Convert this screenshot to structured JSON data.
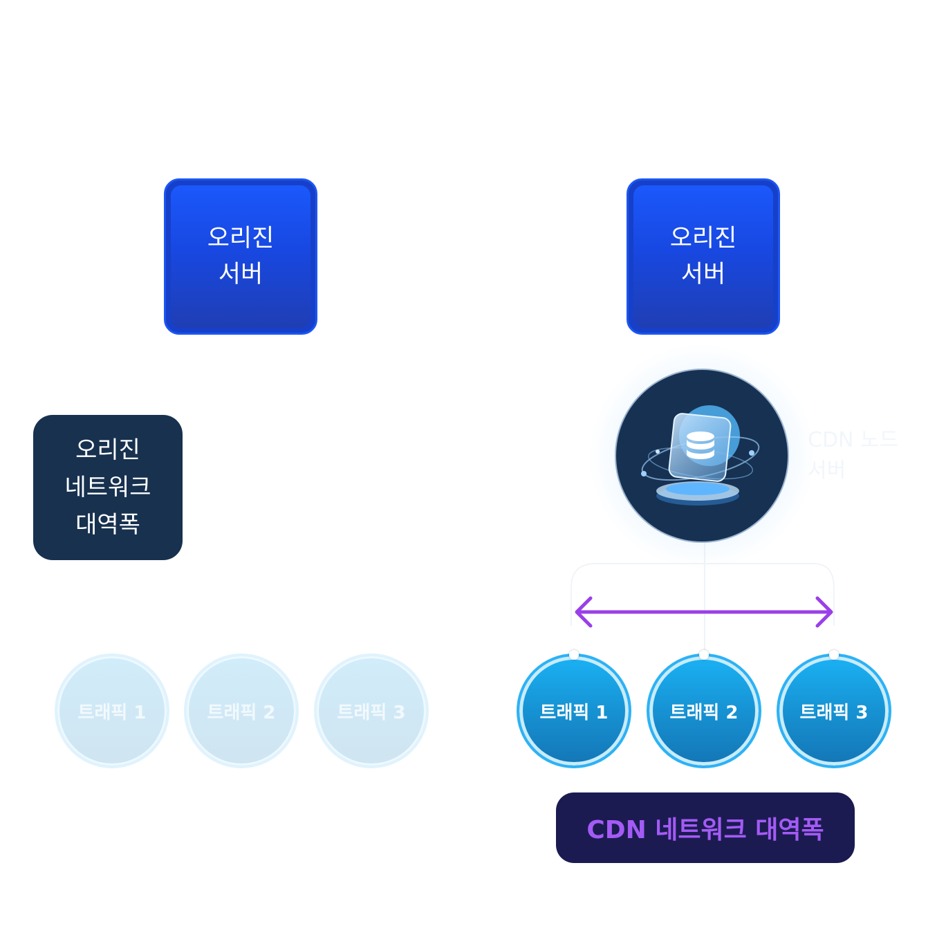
{
  "left": {
    "origin_server": {
      "line1": "오리진",
      "line2": "서버"
    },
    "origin_bandwidth": {
      "line1": "오리진",
      "line2": "네트워크",
      "line3": "대역폭"
    },
    "traffic": [
      "트래픽 1",
      "트래픽 2",
      "트래픽 3"
    ]
  },
  "right": {
    "origin_server": {
      "line1": "오리진",
      "line2": "서버"
    },
    "cdn_node": {
      "label_line1": "CDN 노드",
      "label_line2": "서버"
    },
    "traffic": [
      "트래픽 1",
      "트래픽 2",
      "트래픽 3"
    ],
    "cdn_bandwidth": "CDN 네트워크 대역폭"
  },
  "colors": {
    "origin_blue": "#1b58fb",
    "dark_navy": "#17314f",
    "traffic_active": "#1ab2f4",
    "traffic_faded": "#d1ecfa",
    "arrow_purple": "#9a3fe8",
    "bandwidth_text": "#a45bf5"
  },
  "icons": [
    "database-icon",
    "double-headed-arrow-icon"
  ]
}
